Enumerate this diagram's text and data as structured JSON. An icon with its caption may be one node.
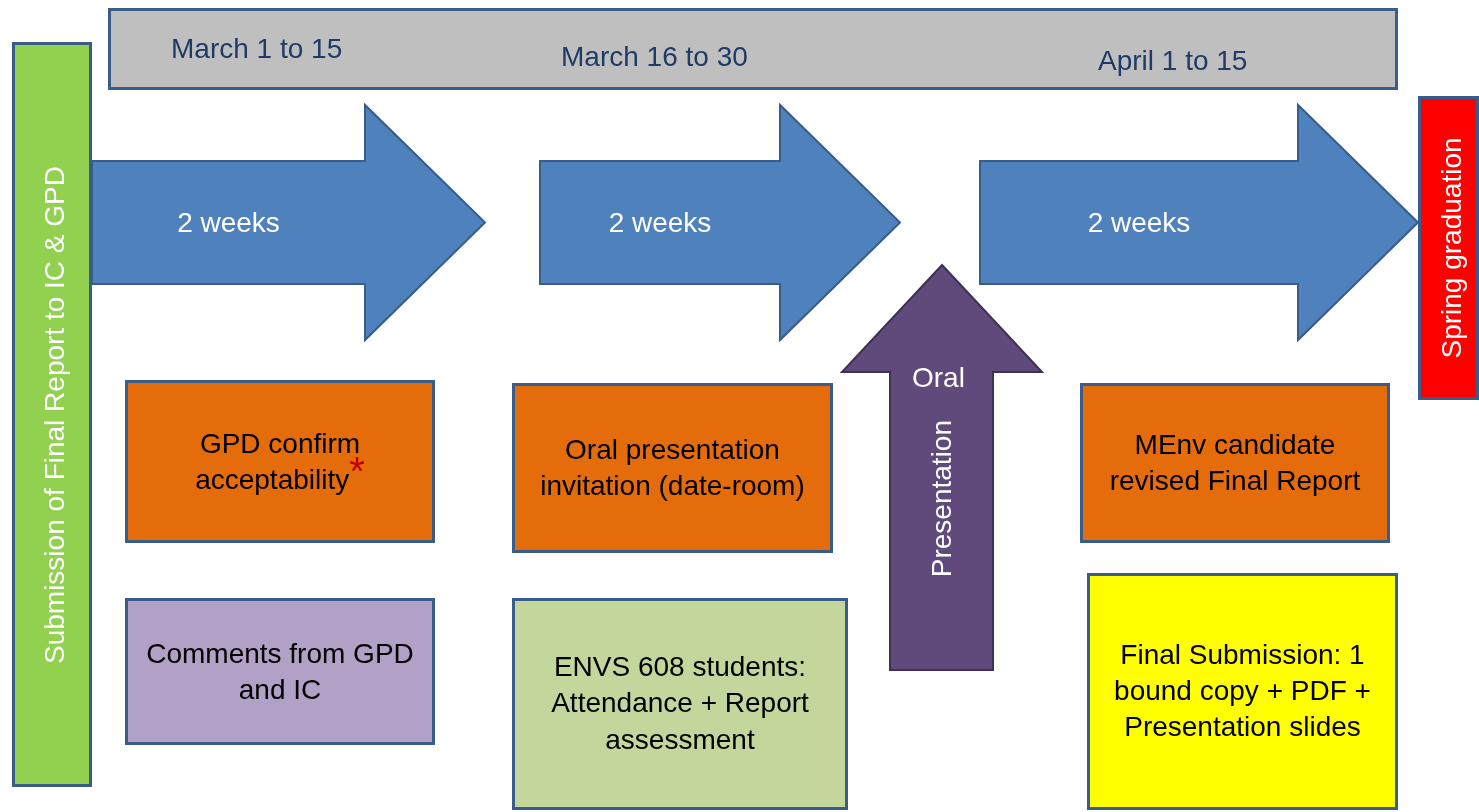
{
  "diagram": {
    "nodes": [
      {
        "text": [
          "Submission of Final Report to IC & GPD"
        ]
      },
      {
        "text": [
          "March 1 to 15",
          "March 16 to 30",
          "April 1 to 15"
        ]
      },
      {
        "text": [
          "Spring graduation"
        ]
      },
      {
        "text": [
          "GPD confirm acceptability$^{*}$"
        ]
      },
      {
        "text": [
          "Oral presentation invitation (date-room)"
        ]
      },
      {
        "text": [
          "Oral",
          "Presentation"
        ]
      },
      {
        "text": [
          "MEnv candidate revised Final Report"
        ]
      },
      {
        "text": [
          "Comments from GPD and IC"
        ]
      },
      {
        "text": [
          "ENVS 608 students: Attendance + Report assessment"
        ]
      },
      {
        "text": [
          "Final Submission: 1 bound copy + PDF + Presentation slides"
        ]
      }
    ],
    "edges": [
      {
        "from": 0,
        "to": null,
        "arrow": "to",
        "label": "2 weeks",
        "style": "thick"
      },
      {
        "from": null,
        "to": 5,
        "arrow": "to",
        "label": "2 weeks",
        "style": "thick"
      },
      {
        "from": 5,
        "to": 2,
        "arrow": "to",
        "label": "2 weeks",
        "style": "thick"
      }
    ]
  }
}
